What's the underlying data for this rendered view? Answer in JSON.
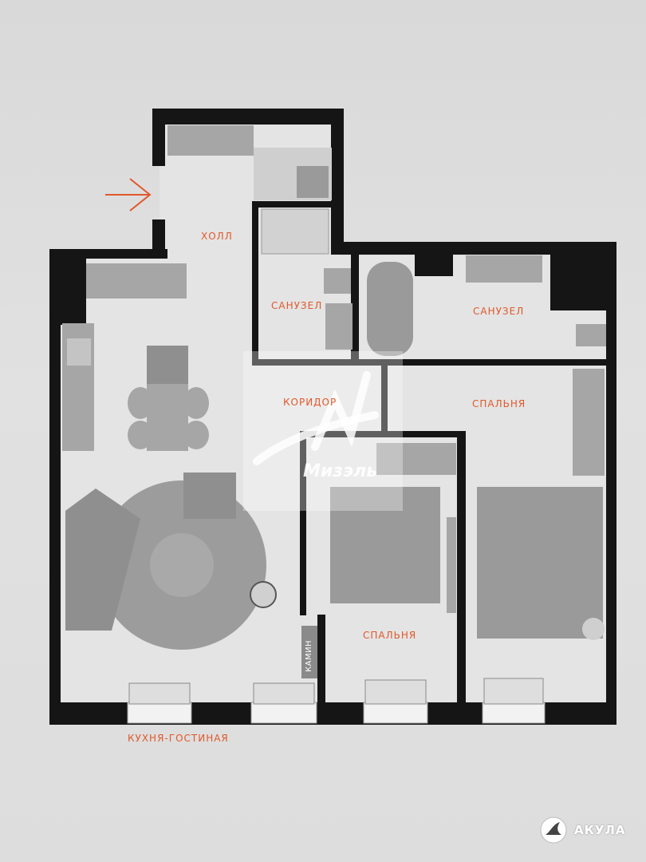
{
  "colors": {
    "wall": "#151515",
    "floor": "#e4e4e4",
    "furniture": "#a6a6a6",
    "furniture_dark": "#8f8f8f",
    "label": "#e0582a",
    "entry_arrow": "#e0582a"
  },
  "rooms": {
    "hall": "ХОЛЛ",
    "bathroom_left": "САНУЗЕЛ",
    "bathroom_right": "САНУЗЕЛ",
    "corridor": "КОРИДОР",
    "bedroom_right": "СПАЛЬНЯ",
    "bedroom_center": "СПАЛЬНЯ",
    "kitchen_living": "КУХНЯ-ГОСТИНАЯ",
    "fireplace": "КАМИН"
  },
  "watermark": {
    "text": "Мизэль"
  },
  "brand": {
    "name": "АКУЛА",
    "icon": "shark-logo-icon"
  },
  "icons": {
    "entry": "entry-arrow-icon"
  }
}
